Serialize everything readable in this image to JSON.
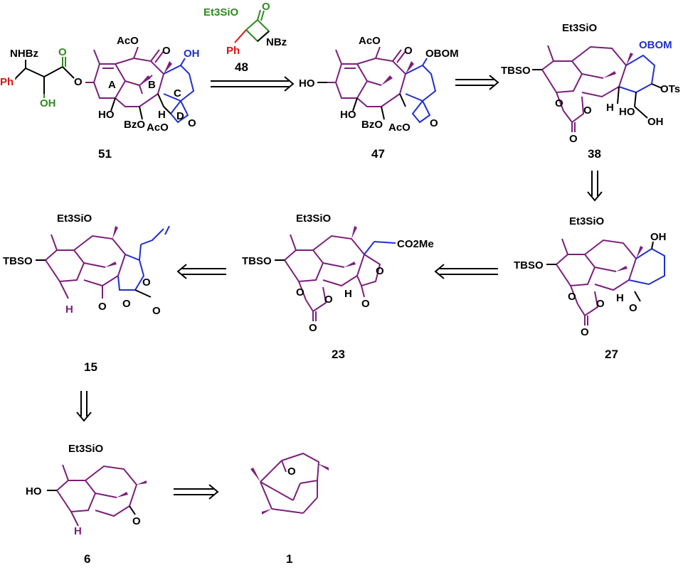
{
  "colors": {
    "purple": "#7b1f7a",
    "blue": "#1f2fd0",
    "green": "#2f8a1f",
    "red": "#e01010",
    "black": "#000000"
  },
  "compounds": {
    "c51": {
      "number": "51",
      "ring_A": "A",
      "ring_B": "B",
      "ring_C": "C",
      "ring_D": "D",
      "labels": {
        "nhbz": "NHBz",
        "ph": "Ph",
        "oh_side": "OH",
        "o_carbonyl": "O",
        "o_ester": "O",
        "aco_top": "AcO",
        "o_ketone": "O",
        "oh_top": "OH",
        "ho_bottom": "HO",
        "bzo": "BzO",
        "aco_bottom": "AcO",
        "h": "H",
        "o_oxetane": "O"
      }
    },
    "c48": {
      "number": "48",
      "labels": {
        "et3sio": "Et3SiO",
        "o": "O",
        "nbz": "NBz",
        "ph": "Ph"
      }
    },
    "c47": {
      "number": "47",
      "labels": {
        "aco_top": "AcO",
        "o_ketone": "O",
        "obom": "OBOM",
        "ho_left": "HO",
        "ho_bottom": "HO",
        "bzo": "BzO",
        "aco_bottom": "AcO",
        "o_oxetane": "O"
      }
    },
    "c38": {
      "number": "38",
      "labels": {
        "et3sio": "Et3SiO",
        "obom": "OBOM",
        "tbso": "TBSO",
        "o1": "O",
        "o2": "O",
        "o_carbonyl": "O",
        "h": "H",
        "ho": "HO",
        "oh": "OH",
        "ots": "OTs"
      }
    },
    "c27": {
      "number": "27",
      "labels": {
        "et3sio": "Et3SiO",
        "oh": "OH",
        "tbso": "TBSO",
        "o1": "O",
        "o2": "O",
        "o_carbonyl": "O",
        "h": "H",
        "o_ketone": "O"
      }
    },
    "c23": {
      "number": "23",
      "labels": {
        "et3sio": "Et3SiO",
        "co2me": "CO2Me",
        "tbso": "TBSO",
        "o_lactone": "O",
        "o1": "O",
        "o2": "O",
        "o_carbonyl": "O",
        "h": "H",
        "o_lactone_co": "O"
      }
    },
    "c15": {
      "number": "15",
      "labels": {
        "et3sio": "Et3SiO",
        "tbso": "TBSO",
        "o_ring": "O",
        "o_ring2": "O",
        "o_carbonyl": "O",
        "o_ketone": "O",
        "h": "H"
      }
    },
    "c6": {
      "number": "6",
      "labels": {
        "et3sio": "Et3SiO",
        "ho": "HO",
        "o_ketone": "O",
        "h": "H"
      }
    },
    "c1": {
      "number": "1",
      "labels": {
        "o": "O"
      }
    }
  }
}
